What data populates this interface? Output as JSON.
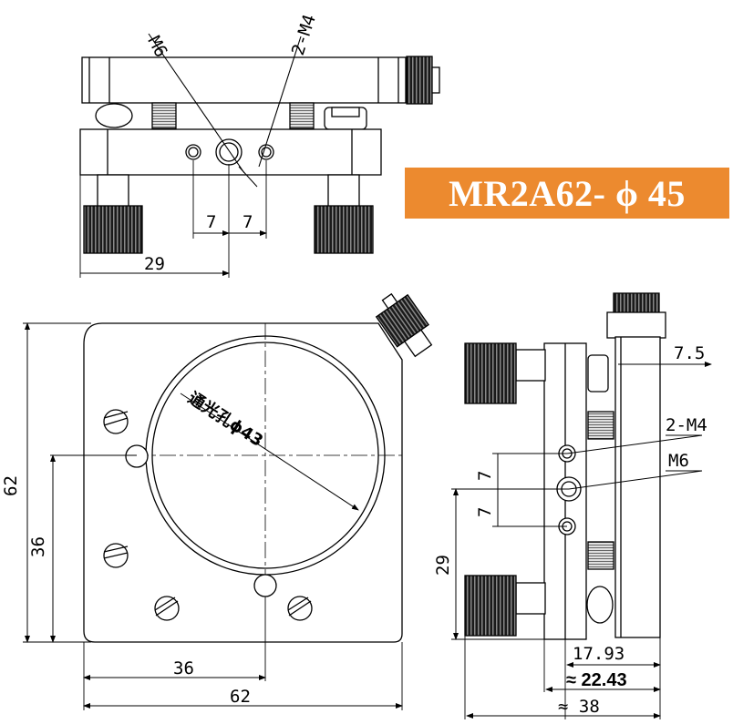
{
  "product": {
    "model_label": "MR2A62- ϕ 45"
  },
  "colors": {
    "badge_bg": "#ec8a2f",
    "badge_text": "#ffffff",
    "line": "#000000"
  },
  "top_view": {
    "callout_m6": "M6",
    "callout_2m4": "2-M4",
    "dim_left_7": "7",
    "dim_right_7": "7",
    "dim_29": "29"
  },
  "front_view": {
    "aperture_label": "通光孔ϕ43",
    "dim_62_vertical": "62",
    "dim_36_vertical": "36",
    "dim_36_horizontal": "36",
    "dim_62_horizontal": "62"
  },
  "side_view": {
    "dim_7_5": "7.5",
    "callout_2m4": "2-M4",
    "callout_m6": "M6",
    "dim_7_upper": "7",
    "dim_7_lower": "7",
    "dim_29": "29",
    "dim_17_93": "17.93",
    "dim_22_43": "≈ 22.43",
    "dim_38": "≈ 38"
  }
}
